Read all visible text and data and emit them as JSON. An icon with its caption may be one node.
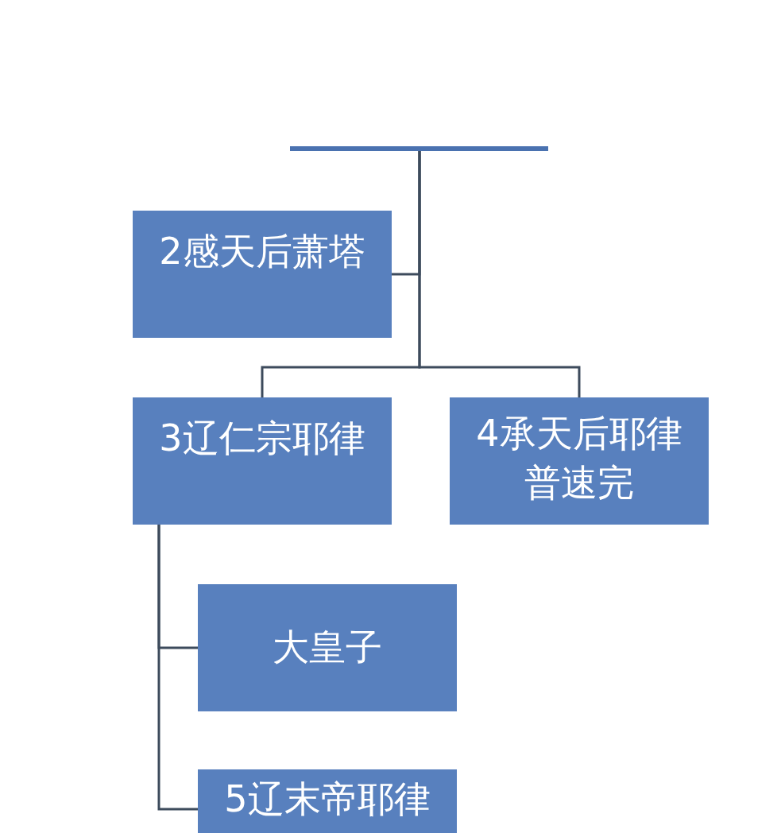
{
  "diagram": {
    "nodes": [
      {
        "text": [],
        "shape": "box"
      },
      {
        "text": [
          "2感天后萧塔"
        ]
      },
      {
        "text": [
          "3辽仁宗耶律"
        ]
      },
      {
        "text": [
          "4承天后耶律普速完"
        ]
      },
      {
        "text": [
          "大皇子"
        ]
      },
      {
        "text": [
          "5辽末帝耶律"
        ]
      }
    ],
    "edges": [
      {
        "from": 0,
        "to": 1,
        "arrow": "none"
      },
      {
        "from": 0,
        "to": 2,
        "arrow": "none"
      },
      {
        "from": 0,
        "to": 3,
        "arrow": "none"
      },
      {
        "from": 2,
        "to": 4,
        "arrow": "none"
      },
      {
        "from": 2,
        "to": 5,
        "arrow": "none"
      }
    ]
  }
}
